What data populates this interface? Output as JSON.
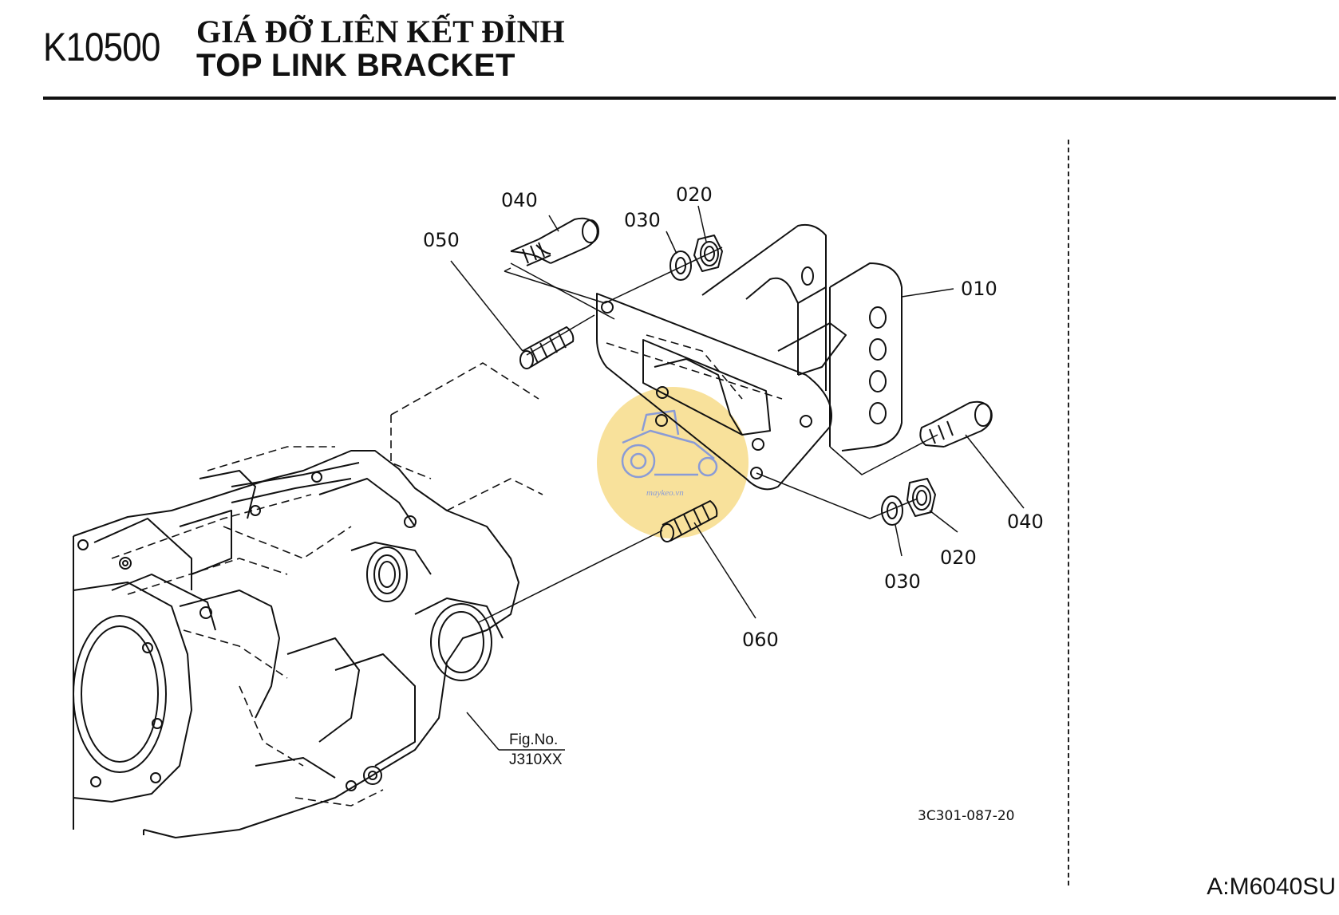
{
  "header": {
    "code": "K10500",
    "title_vi": "GIÁ ĐỠ LIÊN KẾT ĐỈNH",
    "title_en": "TOP LINK BRACKET"
  },
  "callouts": {
    "p040_top": "040",
    "p030_top": "030",
    "p020_top": "020",
    "p050": "050",
    "p010": "010",
    "p040_right": "040",
    "p020_right": "020",
    "p030_right": "030",
    "p060": "060"
  },
  "figure_ref": {
    "line1": "Fig.No.",
    "line2": "J310XX"
  },
  "drawing_code": "3C301-087-20",
  "model": "A:M6040SU",
  "watermark": {
    "text": "maykeo.vn",
    "color": "#f7dc8a"
  }
}
